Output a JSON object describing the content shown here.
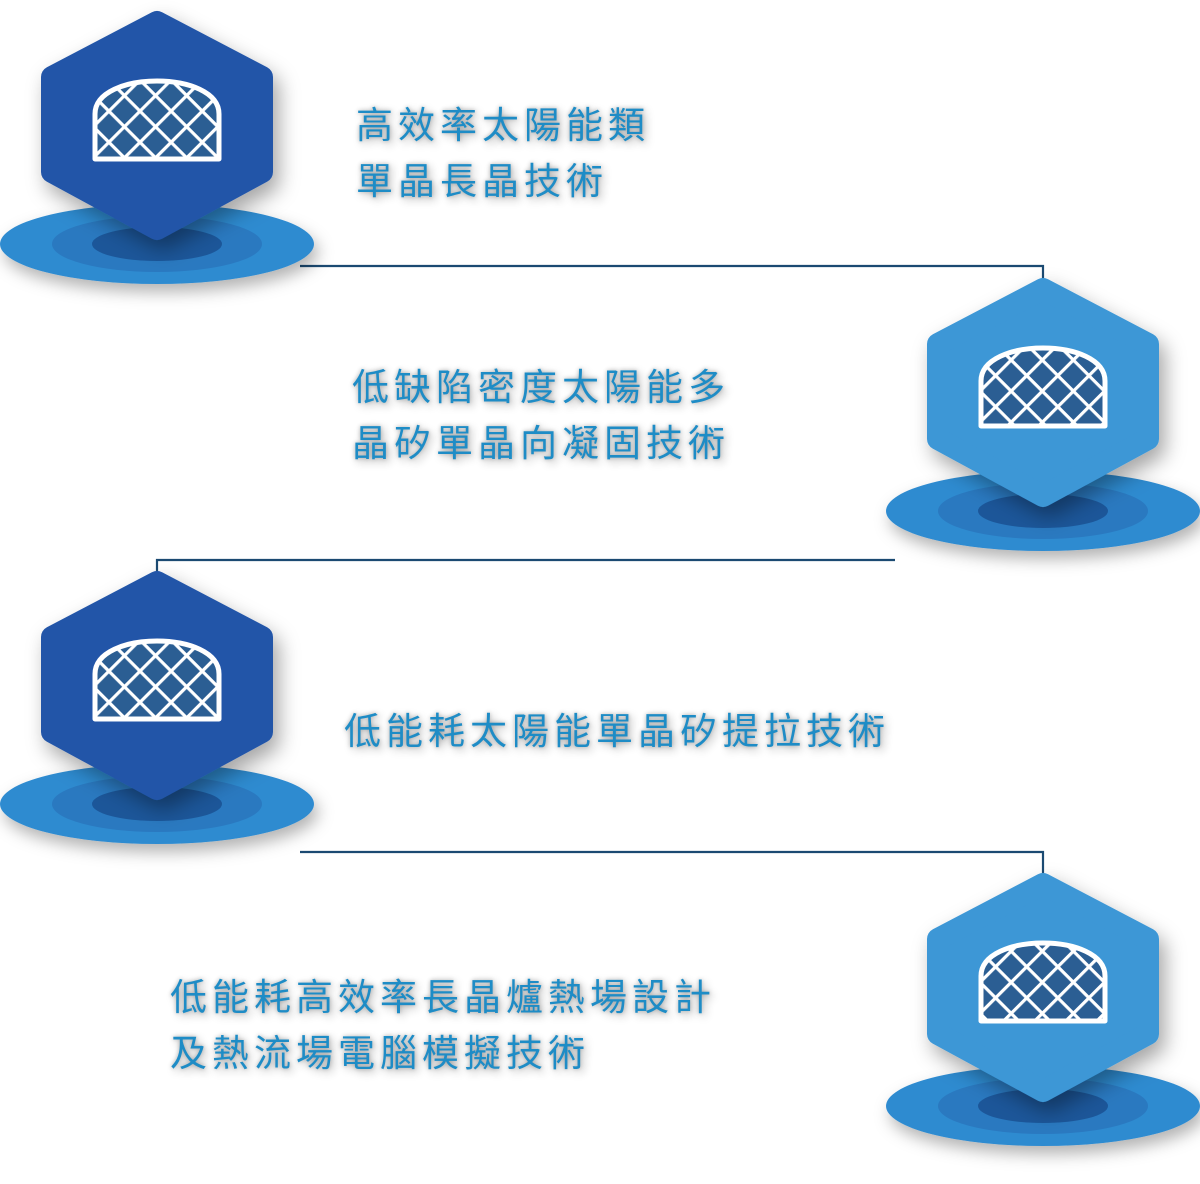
{
  "colors": {
    "dark_hex": "#2255a8",
    "light_hex": "#3d97d6",
    "disc_outer": "#2f8bd0",
    "disc_mid": "#2a79c0",
    "disc_inner": "#1b5799",
    "connector": "#1b4a72",
    "text": "#1e8cc6"
  },
  "steps": [
    {
      "lines": [
        "高效率太陽能類",
        "單晶長晶技術"
      ],
      "icon": "crystal-ingot-grid-icon",
      "tone": "dark"
    },
    {
      "lines": [
        "低缺陷密度太陽能多",
        "晶矽單晶向凝固技術"
      ],
      "icon": "crystal-ingot-grid-icon",
      "tone": "light"
    },
    {
      "lines": [
        "低能耗太陽能單晶矽提拉技術"
      ],
      "icon": "crystal-ingot-grid-icon",
      "tone": "dark"
    },
    {
      "lines": [
        "低能耗高效率長晶爐熱場設計",
        "及熱流場電腦模擬技術"
      ],
      "icon": "crystal-ingot-grid-icon",
      "tone": "light"
    }
  ]
}
